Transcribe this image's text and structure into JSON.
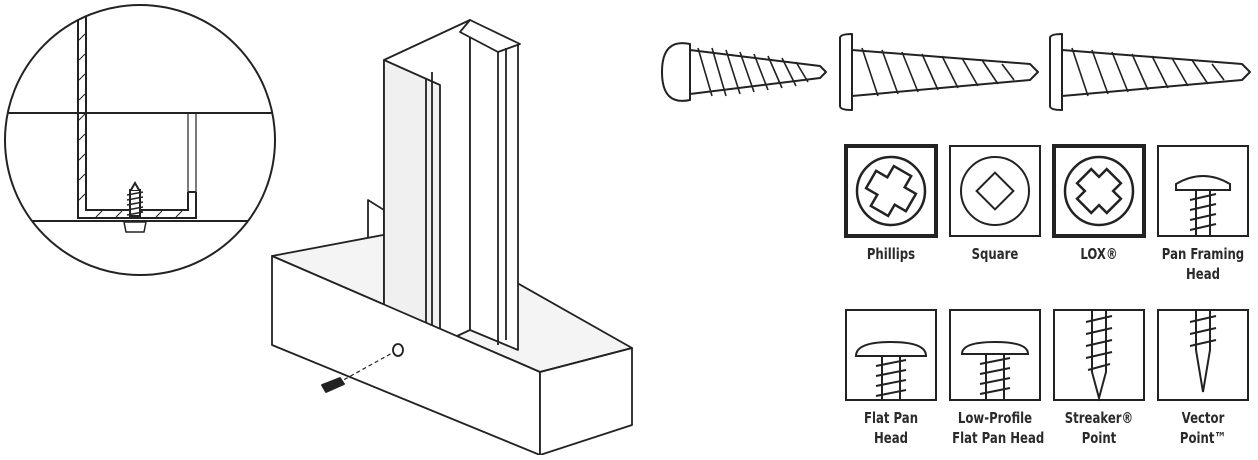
{
  "icons": [
    {
      "name": "phillips-drive-icon",
      "label_lines": [
        "Phillips"
      ]
    },
    {
      "name": "square-drive-icon",
      "label_lines": [
        "Square"
      ]
    },
    {
      "name": "lox-drive-icon",
      "label_lines": [
        "LOX®"
      ]
    },
    {
      "name": "pan-framing-head-icon",
      "label_lines": [
        "Pan Framing",
        "Head"
      ]
    },
    {
      "name": "flat-pan-head-icon",
      "label_lines": [
        "Flat Pan",
        "Head"
      ]
    },
    {
      "name": "low-profile-flat-pan-head-icon",
      "label_lines": [
        "Low-Profile",
        "Flat Pan Head"
      ]
    },
    {
      "name": "streaker-point-icon",
      "label_lines": [
        "Streaker®",
        "Point"
      ]
    },
    {
      "name": "vector-point-icon",
      "label_lines": [
        "Vector",
        "Point™"
      ]
    }
  ],
  "colors": {
    "line": "#222222",
    "fill": "#ffffff",
    "shade": "#e6e6e6"
  }
}
